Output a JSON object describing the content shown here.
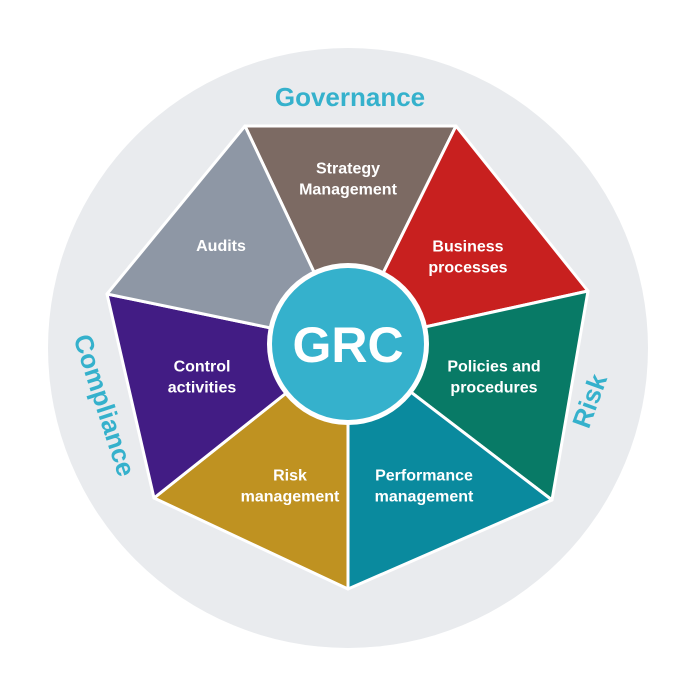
{
  "center": {
    "label": "GRC",
    "color": "#35b1cc"
  },
  "ring": {
    "color": "#e9ebee",
    "labels": {
      "governance": "Governance",
      "risk": "Risk",
      "compliance": "Compliance"
    },
    "label_color": "#35b1cc"
  },
  "segments": [
    {
      "id": "strategy-management",
      "lines": [
        "Strategy",
        "Management"
      ],
      "color": "#7c6a63"
    },
    {
      "id": "business-processes",
      "lines": [
        "Business",
        "processes"
      ],
      "color": "#c8201f"
    },
    {
      "id": "policies-and-procedures",
      "lines": [
        "Policies and",
        "procedures"
      ],
      "color": "#087a66"
    },
    {
      "id": "performance-management",
      "lines": [
        "Performance",
        "management"
      ],
      "color": "#0a8a9e"
    },
    {
      "id": "risk-management",
      "lines": [
        "Risk",
        "management"
      ],
      "color": "#bf9221"
    },
    {
      "id": "control-activities",
      "lines": [
        "Control",
        "activities"
      ],
      "color": "#421c84"
    },
    {
      "id": "audits",
      "lines": [
        "Audits"
      ],
      "color": "#8e97a5"
    }
  ]
}
